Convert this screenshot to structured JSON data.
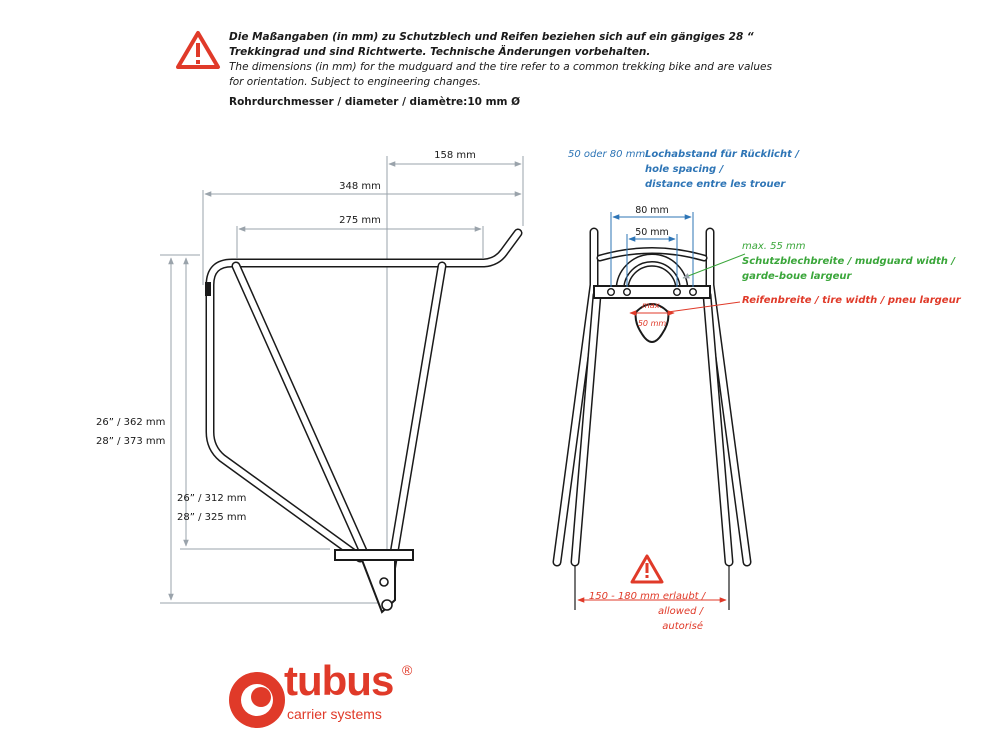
{
  "notice": {
    "german": "Die Maßangaben (in mm) zu Schutzblech und Reifen beziehen sich auf ein gängiges 28 “ Trekkingrad und sind Richtwerte. Technische Änderungen vorbehalten.",
    "english": "The dimensions (in mm) for the mudguard and the tire refer to a common trekking bike and are values for orientation. Subject to engineering changes.",
    "diameter": "Rohrdurchmesser / diameter / diamètre:10 mm Ø"
  },
  "side_view": {
    "dim_158": "158 mm",
    "dim_348": "348 mm",
    "dim_275": "275 mm",
    "height_outer_26": "26” / 362 mm",
    "height_outer_28": "28” / 373 mm",
    "height_inner_26": "26” / 312 mm",
    "height_inner_28": "28” / 325 mm"
  },
  "rear_view": {
    "hole_spacing_values": "50 oder 80 mm",
    "hole_spacing_label_1": "Lochabstand für Rücklicht /",
    "hole_spacing_label_2": "hole spacing /",
    "hole_spacing_label_3": "distance entre les trouer",
    "dim_80": "80 mm",
    "dim_50": "50 mm",
    "mudguard_max": "max. 55 mm",
    "mudguard_label_1": "Schutzblechbreite / mudguard width /",
    "mudguard_label_2": "garde-boue largeur",
    "tire_label": "Reifenbreite / tire width / pneu largeur",
    "tire_max_1": "max.",
    "tire_max_2": "50 mm",
    "width_allowed_1": "150 - 180 mm erlaubt /",
    "width_allowed_2": "allowed /",
    "width_allowed_3": "autorisé"
  },
  "logo": {
    "brand": "tubus",
    "registered": "®",
    "tagline": "carrier systems"
  },
  "colors": {
    "warning_red": "#e03a29",
    "blue": "#2e75b6",
    "green": "#3aa63a",
    "dimension_gray": "#9aa3ab",
    "line": "#1a1a1a"
  }
}
